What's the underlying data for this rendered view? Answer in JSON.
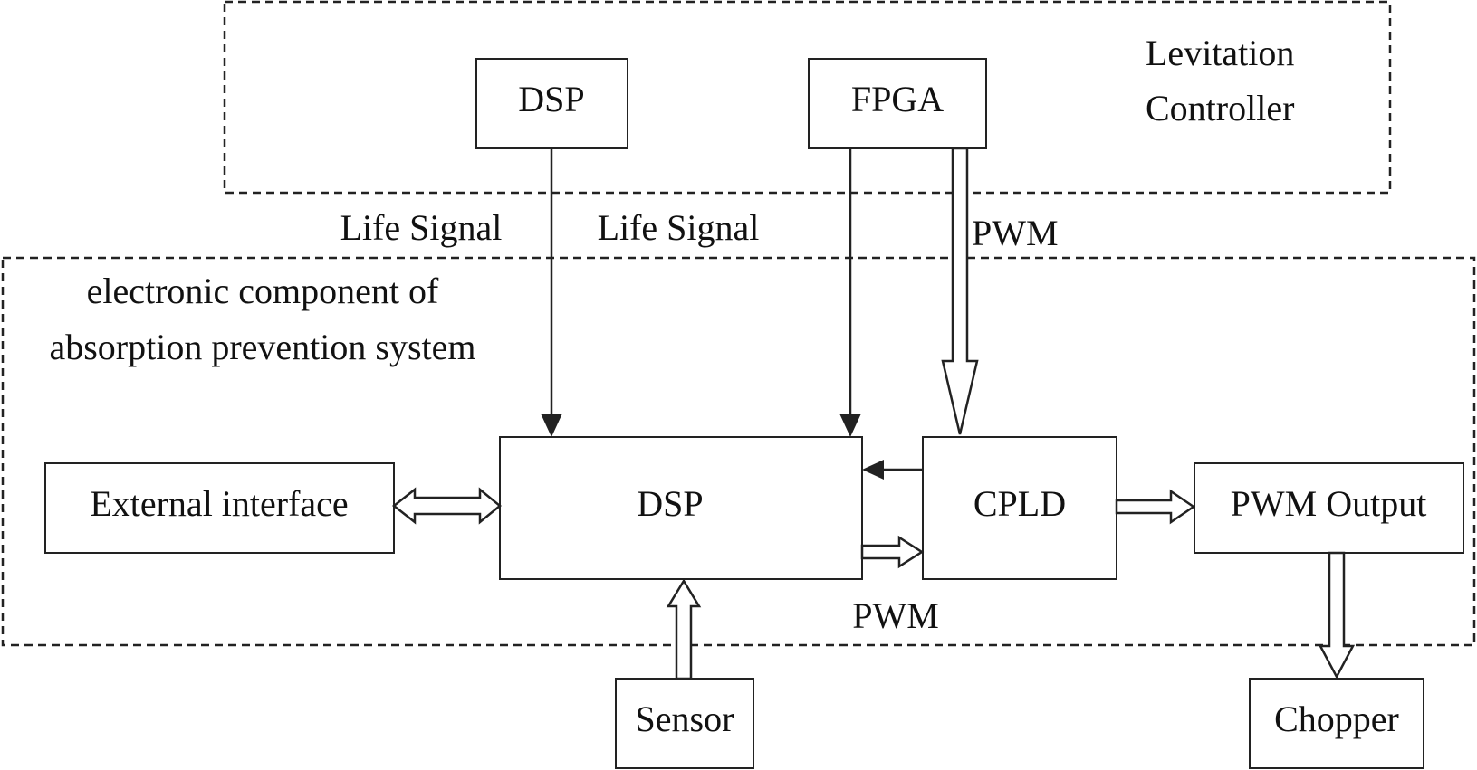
{
  "diagram": {
    "levitation_controller": {
      "label_line1": "Levitation",
      "label_line2": "Controller",
      "dsp_label": "DSP",
      "fpga_label": "FPGA"
    },
    "absorption_prevention_system": {
      "label_line1": "electronic component of",
      "label_line2": "absorption prevention system",
      "external_interface_label": "External interface",
      "dsp_label": "DSP",
      "cpld_label": "CPLD",
      "pwm_output_label": "PWM Output"
    },
    "external": {
      "sensor_label": "Sensor",
      "chopper_label": "Chopper"
    },
    "signals": {
      "life_signal_dsp": "Life Signal",
      "life_signal_fpga": "Life Signal",
      "pwm_fpga_to_cpld": "PWM",
      "pwm_dsp_to_cpld": "PWM"
    }
  }
}
